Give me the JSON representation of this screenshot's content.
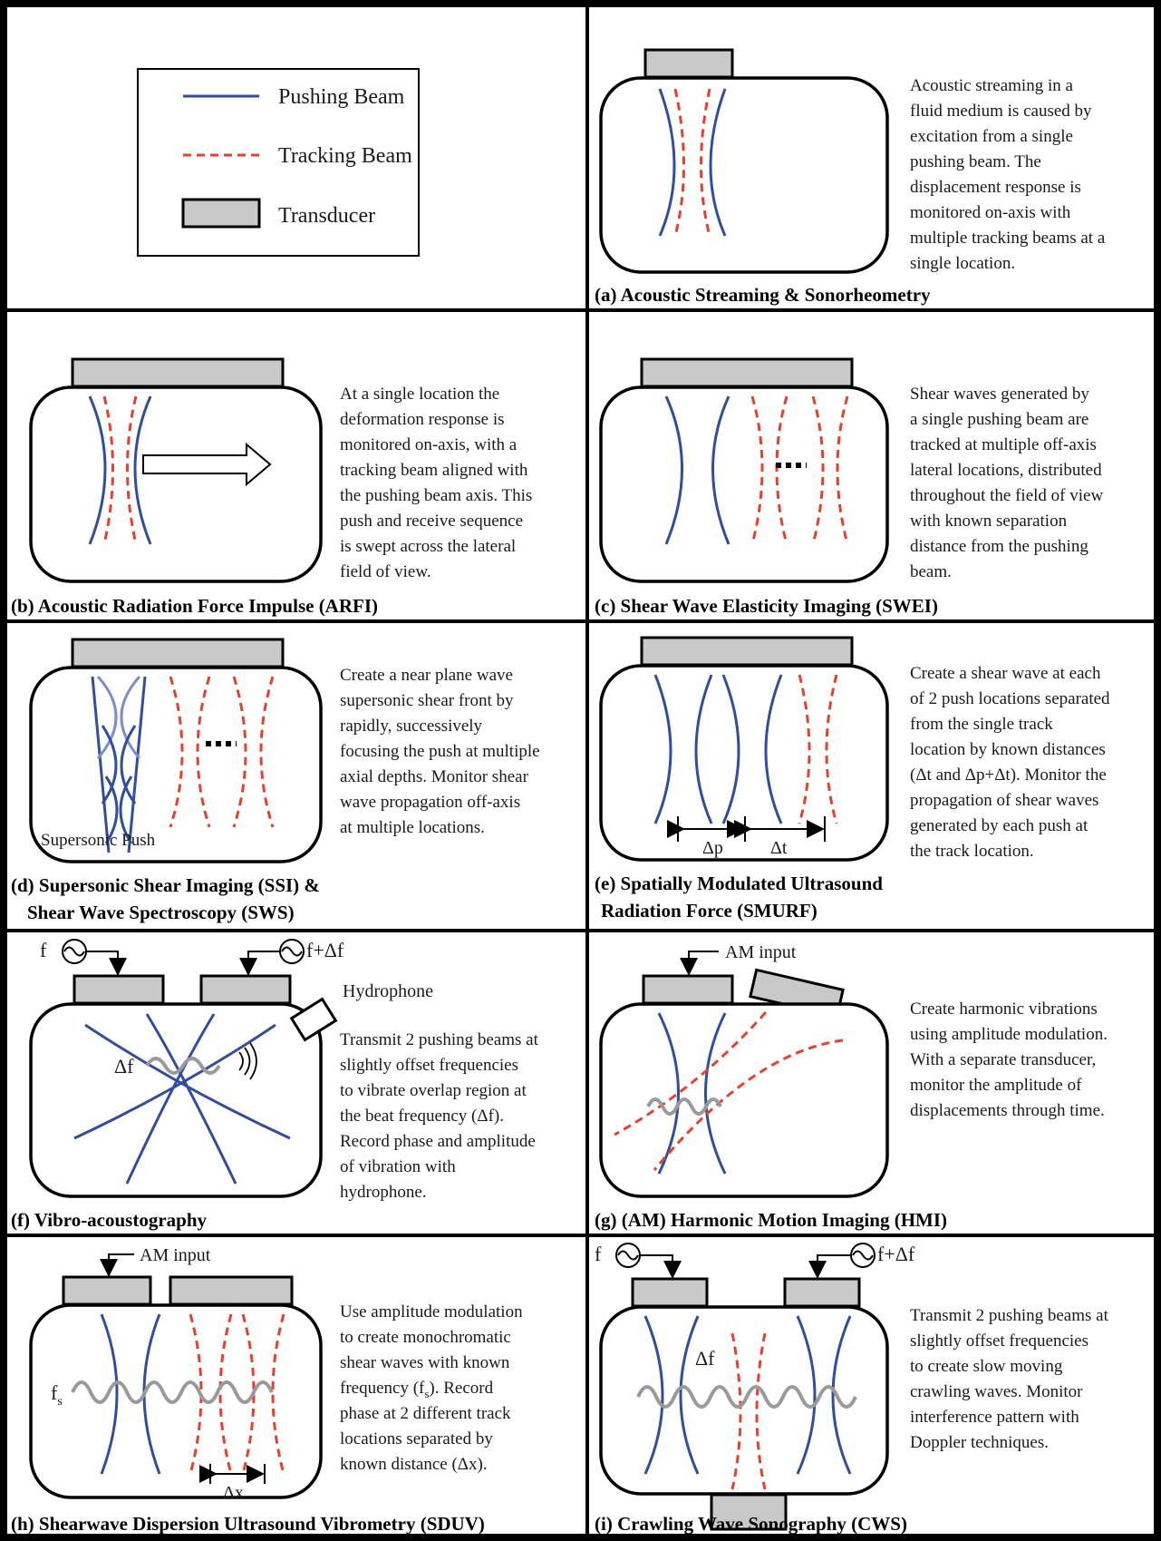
{
  "legend": {
    "pushing_beam": "Pushing Beam",
    "tracking_beam": "Tracking Beam",
    "transducer": "Transducer"
  },
  "colors": {
    "pushing_beam": "#2f4ea0",
    "tracking_beam": "#e8402a",
    "transducer": "#c9c9c9",
    "vibration_wave": "#9a9a9a"
  },
  "panels": {
    "a": {
      "caption": "(a) Acoustic Streaming & Sonorheometry",
      "text": [
        "Acoustic streaming in a",
        "fluid medium is caused by",
        "excitation from a single",
        "pushing beam.  The",
        "displacement response is",
        "monitored on-axis with",
        "multiple tracking beams at a",
        "single location."
      ]
    },
    "b": {
      "caption": "(b) Acoustic Radiation Force Impulse (ARFI)",
      "text": [
        "At a single location the",
        "deformation response is",
        "monitored on-axis, with a",
        "tracking beam aligned with",
        "the pushing beam axis.  This",
        "push and receive sequence",
        "is swept across the lateral",
        "field of view."
      ]
    },
    "c": {
      "caption": "(c) Shear Wave Elasticity Imaging (SWEI)",
      "text": [
        "Shear waves generated by",
        "a single pushing beam are",
        "tracked at multiple off-axis",
        "lateral locations, distributed",
        "throughout the field of view",
        "with known separation",
        "distance from the pushing",
        "beam."
      ]
    },
    "d": {
      "caption_lines": [
        "(d) Supersonic Shear Imaging (SSI) &",
        "Shear Wave Spectroscopy (SWS)"
      ],
      "label_push": "Supersonic Push",
      "text": [
        "Create a near plane wave",
        "supersonic shear front by",
        "rapidly, successively",
        "focusing the push at multiple",
        "axial depths.  Monitor shear",
        "wave propagation off-axis",
        "at multiple locations."
      ]
    },
    "e": {
      "caption_lines": [
        "(e) Spatially Modulated Ultrasound",
        "Radiation Force (SMURF)"
      ],
      "label_dp": "Δp",
      "label_dt": "Δt",
      "text": [
        "Create a shear wave at each",
        "of 2 push locations separated",
        "from the single track",
        "location by known distances",
        "(Δt and Δp+Δt). Monitor the",
        "propagation of shear waves",
        "generated by each push at",
        "the track location."
      ]
    },
    "f": {
      "caption": "(f) Vibro-acoustography",
      "label_f": "f",
      "label_fdf": "f+Δf",
      "label_df": "Δf",
      "label_hydrophone": "Hydrophone",
      "text": [
        "Transmit 2 pushing beams at",
        "slightly offset frequencies",
        "to vibrate overlap region at",
        "the beat frequency (Δf).",
        "Record phase and amplitude",
        "of vibration with",
        "hydrophone."
      ]
    },
    "g": {
      "caption": "(g) (AM) Harmonic Motion Imaging (HMI)",
      "label_am": "AM input",
      "text": [
        "Create harmonic vibrations",
        "using amplitude modulation.",
        "With a separate transducer,",
        "monitor the amplitude of",
        "displacements through time."
      ]
    },
    "h": {
      "caption": "(h) Shearwave Dispersion Ultrasound Vibrometry (SDUV)",
      "label_am": "AM input",
      "label_fs": "f",
      "label_fs_sub": "s",
      "label_dx": "Δx",
      "text": [
        "Use amplitude modulation",
        "to create monochromatic",
        "shear waves with known",
        "frequency (f",
        "phase at 2 different track",
        "locations separated by",
        "known distance (Δx)."
      ],
      "text_line4_sub": "s",
      "text_line4_rest": ").  Record"
    },
    "i": {
      "caption": "(i) Crawling Wave Sonography (CWS)",
      "label_f": "f",
      "label_fdf": "f+Δf",
      "label_df": "Δf",
      "text": [
        "Transmit 2 pushing beams at",
        "slightly offset frequencies",
        "to create slow moving",
        "crawling waves.  Monitor",
        "interference pattern with",
        "Doppler techniques."
      ]
    }
  }
}
